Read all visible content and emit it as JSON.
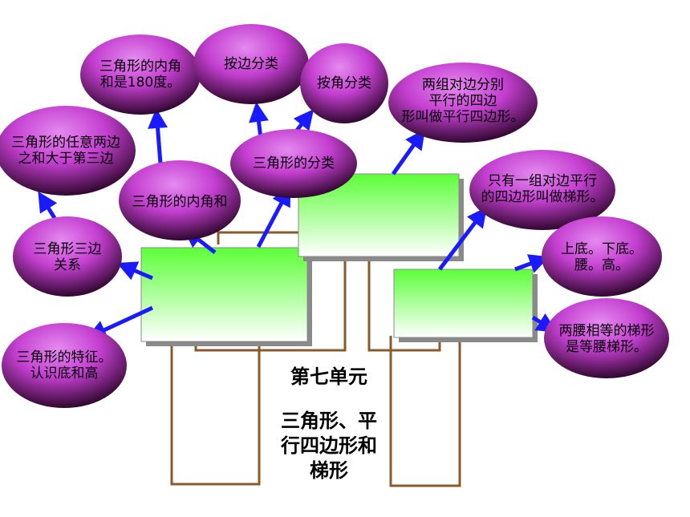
{
  "colors": {
    "bubble_light": "#dd55e6",
    "bubble_dark": "#22001f",
    "box_green": "#66ff44",
    "arrow": "#1a1aff",
    "connector": "#8b5a2b"
  },
  "bubbles": {
    "sum_180": "三角形的内角\n和是180度。",
    "by_side": "按边分类",
    "by_angle": "按角分类",
    "parallelogram_def": "两组对边分别\n平行的四边\n形叫做平行四边形。",
    "two_sides": "三角形的任意两边\n之和大于第三边",
    "classification": "三角形的分类",
    "angle_sum": "三角形的内角和",
    "trapezoid_def": "只有一组对边平行\n的四边形叫做梯形。",
    "side_relation": "三角形三边\n关系",
    "trapezoid_parts": "上底。下底。\n腰。高。",
    "features": "三角形的特征。\n认识底和高",
    "isosceles": "两腰相等的梯形\n是等腰梯形。"
  },
  "title": {
    "unit": "第七单元",
    "topic": "三角形、平\n行四边形和\n梯形"
  }
}
